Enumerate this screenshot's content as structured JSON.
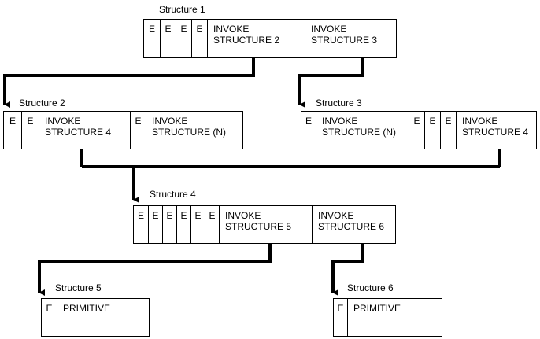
{
  "structures": [
    {
      "id": "s1",
      "title": "Structure 1",
      "cells": [
        "E",
        "E",
        "E",
        "E",
        "INVOKE\nSTRUCTURE 2",
        "INVOKE\nSTRUCTURE 3"
      ]
    },
    {
      "id": "s2",
      "title": "Structure 2",
      "cells": [
        "E",
        "E",
        "INVOKE\nSTRUCTURE 4",
        "E",
        "INVOKE\nSTRUCTURE (N)"
      ]
    },
    {
      "id": "s3",
      "title": "Structure 3",
      "cells": [
        "E",
        "INVOKE\nSTRUCTURE (N)",
        "E",
        "E",
        "E",
        "INVOKE\nSTRUCTURE 4"
      ]
    },
    {
      "id": "s4",
      "title": "Structure 4",
      "cells": [
        "E",
        "E",
        "E",
        "E",
        "E",
        "E",
        "INVOKE\nSTRUCTURE 5",
        "INVOKE\nSTRUCTURE 6"
      ]
    },
    {
      "id": "s5",
      "title": "Structure 5",
      "cells": [
        "E",
        "PRIMITIVE"
      ]
    },
    {
      "id": "s6",
      "title": "Structure 6",
      "cells": [
        "E",
        "PRIMITIVE"
      ]
    }
  ]
}
